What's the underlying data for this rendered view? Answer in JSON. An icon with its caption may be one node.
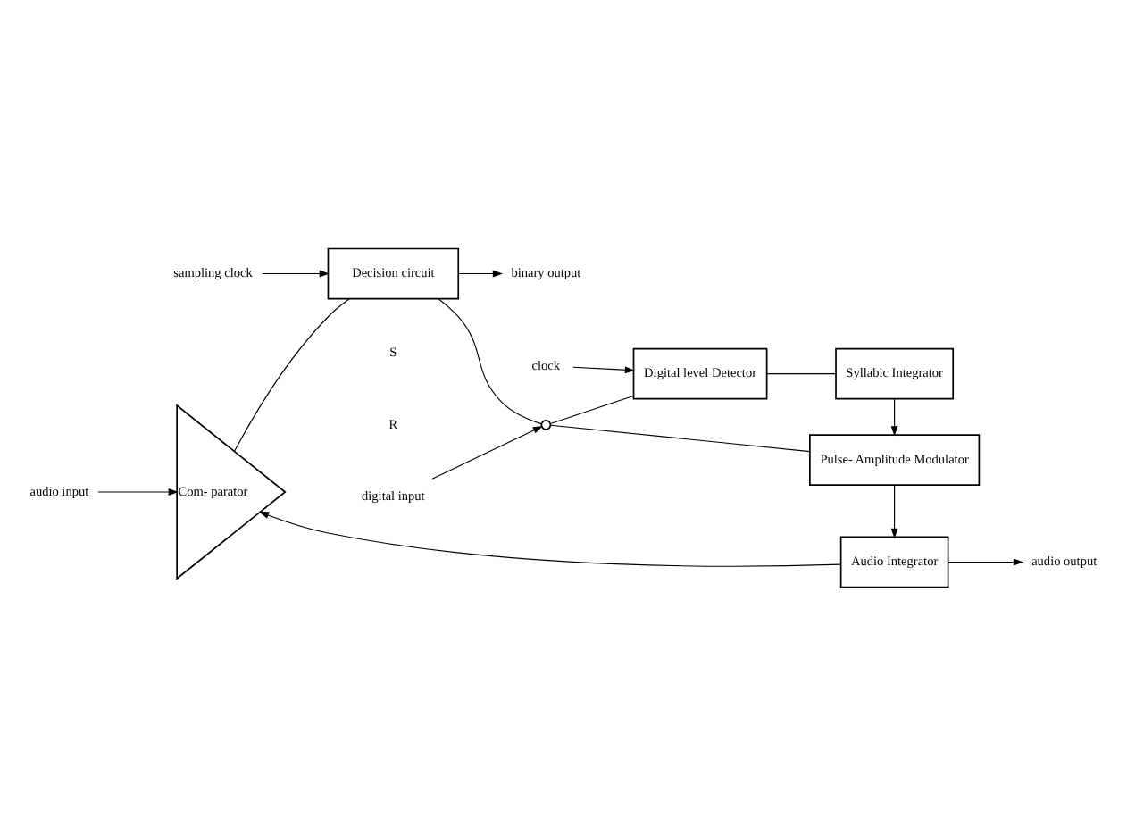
{
  "diagram": {
    "nodes": [
      {
        "text": [
          "audio input"
        ]
      },
      {
        "text": [
          "Com- parator"
        ]
      },
      {
        "text": [
          "Decision circuit"
        ]
      },
      {
        "text": [
          "sampling clock"
        ]
      },
      {
        "text": [
          "binary output"
        ]
      },
      {
        "text": [
          "audio output"
        ]
      },
      {
        "text": [
          "Audio Integrator"
        ]
      },
      {
        "text": [
          "Pulse- Amplitude Modulator"
        ]
      },
      {
        "text": [
          "Syllabic Integrator"
        ]
      },
      {
        "text": [
          "Digital level Detector"
        ]
      },
      {
        "text": [
          "clock"
        ]
      },
      {
        "text": [
          "digital input"
        ]
      },
      {
        "text": [],
        "shape": "switch"
      }
    ],
    "edges": [
      {
        "from": 0,
        "to": 1,
        "arrow": "to"
      },
      {
        "from": 1,
        "to": 2,
        "arrow": "none"
      },
      {
        "from": 3,
        "to": 2,
        "arrow": "to"
      },
      {
        "from": 2,
        "to": 4,
        "arrow": "to"
      },
      {
        "from": 6,
        "to": 1,
        "arrow": "to"
      },
      {
        "from": 6,
        "to": 5,
        "arrow": "to"
      },
      {
        "from": 7,
        "to": 6,
        "arrow": "to"
      },
      {
        "from": 8,
        "to": 7,
        "arrow": "to"
      },
      {
        "from": 9,
        "to": 8,
        "arrow": "none"
      },
      {
        "from": 10,
        "to": 9,
        "arrow": "to"
      },
      {
        "from": 2,
        "to": 12,
        "arrow": "none"
      },
      {
        "from": 11,
        "to": 12,
        "arrow": "to"
      },
      {
        "from": 12,
        "to": 7,
        "arrow": "none"
      },
      {
        "from": 12,
        "to": 9,
        "arrow": "none"
      }
    ],
    "labels": [
      "S",
      "R"
    ]
  }
}
